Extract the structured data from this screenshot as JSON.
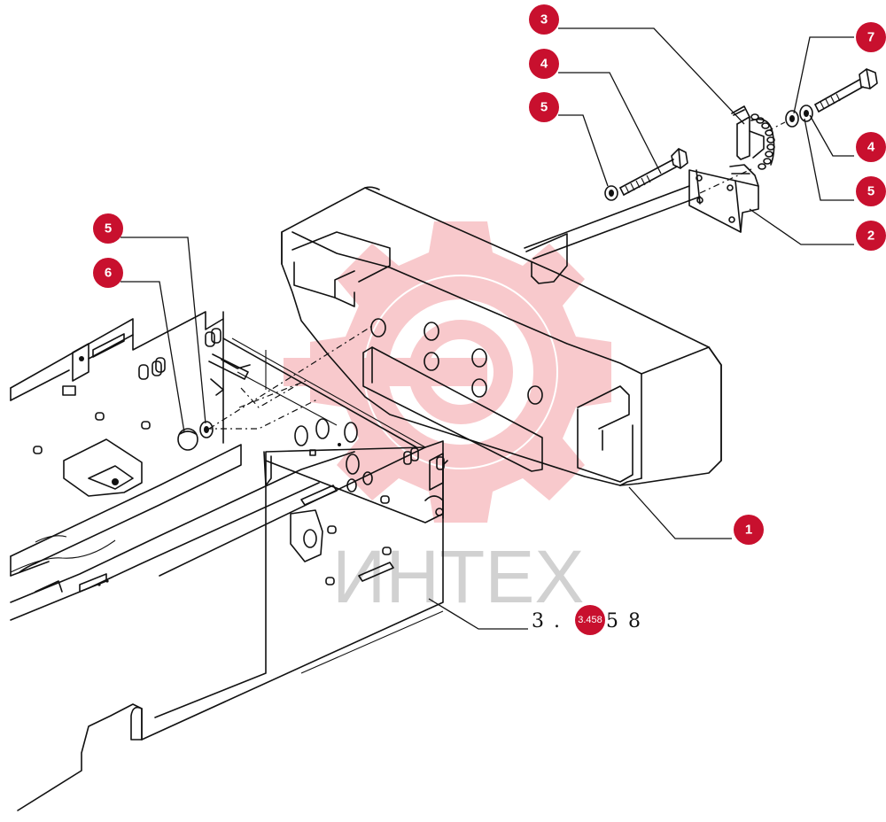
{
  "diagram": {
    "watermark": {
      "brand": "ИНТЕХ",
      "logo": "gear-logo",
      "color": "#e8424a"
    },
    "callout_color": "#c8102e",
    "reference_code": {
      "before": "3 .",
      "badge": "3.458",
      "after": "5 8"
    },
    "callouts": [
      "1",
      "2",
      "3",
      "4",
      "4",
      "5",
      "5",
      "5",
      "6",
      "7"
    ]
  }
}
